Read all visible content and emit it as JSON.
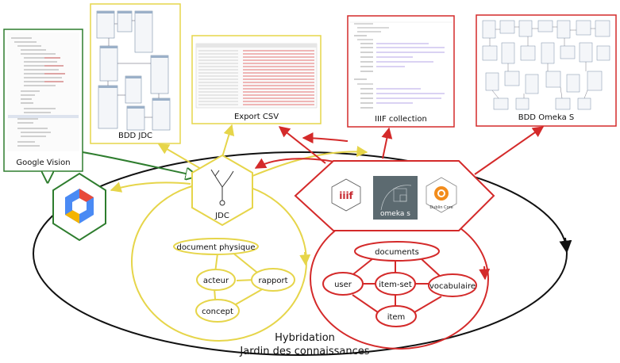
{
  "colors": {
    "green": "#2e7d2e",
    "yellow": "#e6d54a",
    "red": "#d42a2a",
    "black": "#111111",
    "hex_gray": "#5c6a70"
  },
  "panels": {
    "google_vision": "Google Vision",
    "bdd_jdc": "BDD JDC",
    "export_csv": "Export CSV",
    "iiif_collection": "IIIF collection",
    "bdd_omeka": "BDD Omeka S"
  },
  "hubs": {
    "jdc": "JDC",
    "omeka_logo": "omeka s",
    "iiif_logo": "iiif",
    "dublin_core": "Dublin Core"
  },
  "yellow_nodes": [
    "document physique",
    "acteur",
    "rapport",
    "concept"
  ],
  "red_nodes": [
    "documents",
    "user",
    "item-set",
    "vocabulaire",
    "item"
  ],
  "caption": {
    "line1": "Hybridation",
    "line2": "Jardin des connaissances"
  }
}
